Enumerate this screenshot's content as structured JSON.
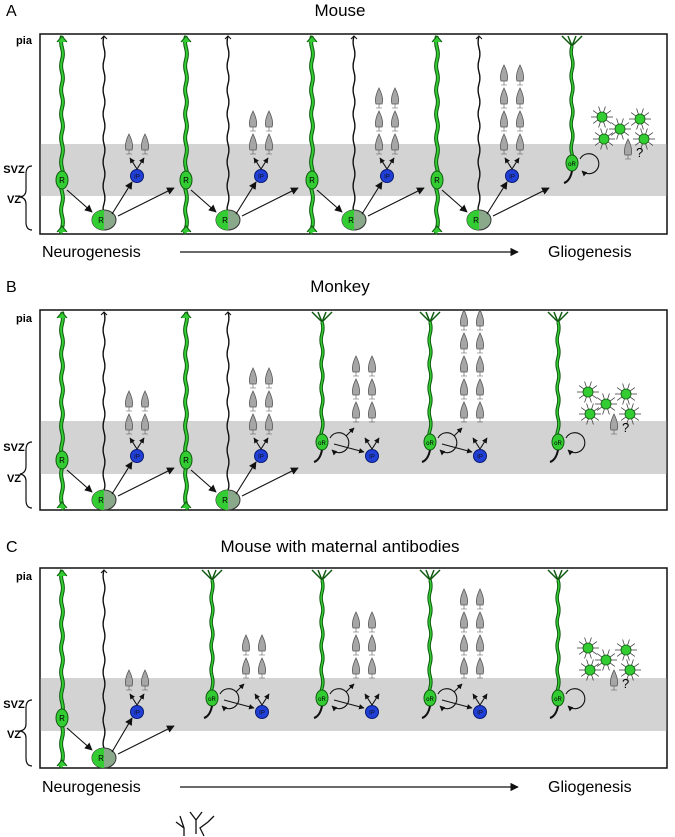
{
  "panels": [
    {
      "letter": "A",
      "title": "Mouse",
      "bottom_left": "Neurogenesis",
      "bottom_right": "Gliogenesis"
    },
    {
      "letter": "B",
      "title": "Monkey",
      "bottom_left": "",
      "bottom_right": ""
    },
    {
      "letter": "C",
      "title": "Mouse with maternal antibodies",
      "bottom_left": "Neurogenesis",
      "bottom_right": "Gliogenesis"
    }
  ],
  "zones": {
    "pia": "pia",
    "svz": "SVZ",
    "vz": "VZ"
  },
  "cells": {
    "radial_glia": "R",
    "intermediate_progenitor": "IP",
    "outer_radial_glia": "oR",
    "unknown": "?"
  },
  "colors": {
    "radial_glia": "#33cc33",
    "ip": "#1f3fd6",
    "neuron": "#a6a6a6",
    "svz_band": "#d3d3d3",
    "outline": "#111111"
  }
}
